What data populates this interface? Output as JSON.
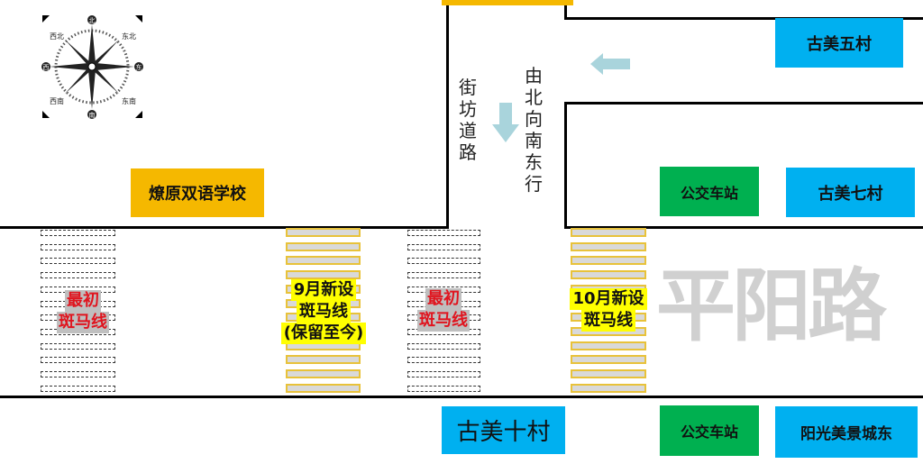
{
  "compass": {
    "labels": {
      "n": "北",
      "ne": "东北",
      "e": "东",
      "se": "东南",
      "s": "南",
      "sw": "西南",
      "w": "西",
      "nw": "西北"
    }
  },
  "places": {
    "school": "燎原双语学校",
    "gumei5": "古美五村",
    "gumei7": "古美七村",
    "gumei10": "古美十村",
    "yangguang": "阳光美景城东",
    "bus_stop_north": "公交车站",
    "bus_stop_south": "公交车站"
  },
  "roads": {
    "side_road": [
      "街",
      "坊",
      "道",
      "路"
    ],
    "direction": [
      "由",
      "北",
      "向",
      "南",
      "东",
      "行"
    ],
    "main_road": "平阳路"
  },
  "crosswalks": {
    "original_left": [
      "最初",
      "斑马线"
    ],
    "september": [
      "9月新设",
      "斑马线",
      "(保留至今)"
    ],
    "original_right": [
      "最初",
      "斑马线"
    ],
    "october": [
      "10月新设",
      "斑马线"
    ]
  },
  "colors": {
    "blue": "#00b0f0",
    "green": "#00b050",
    "orange": "#f5b800",
    "arrow": "#a9d4dc"
  }
}
